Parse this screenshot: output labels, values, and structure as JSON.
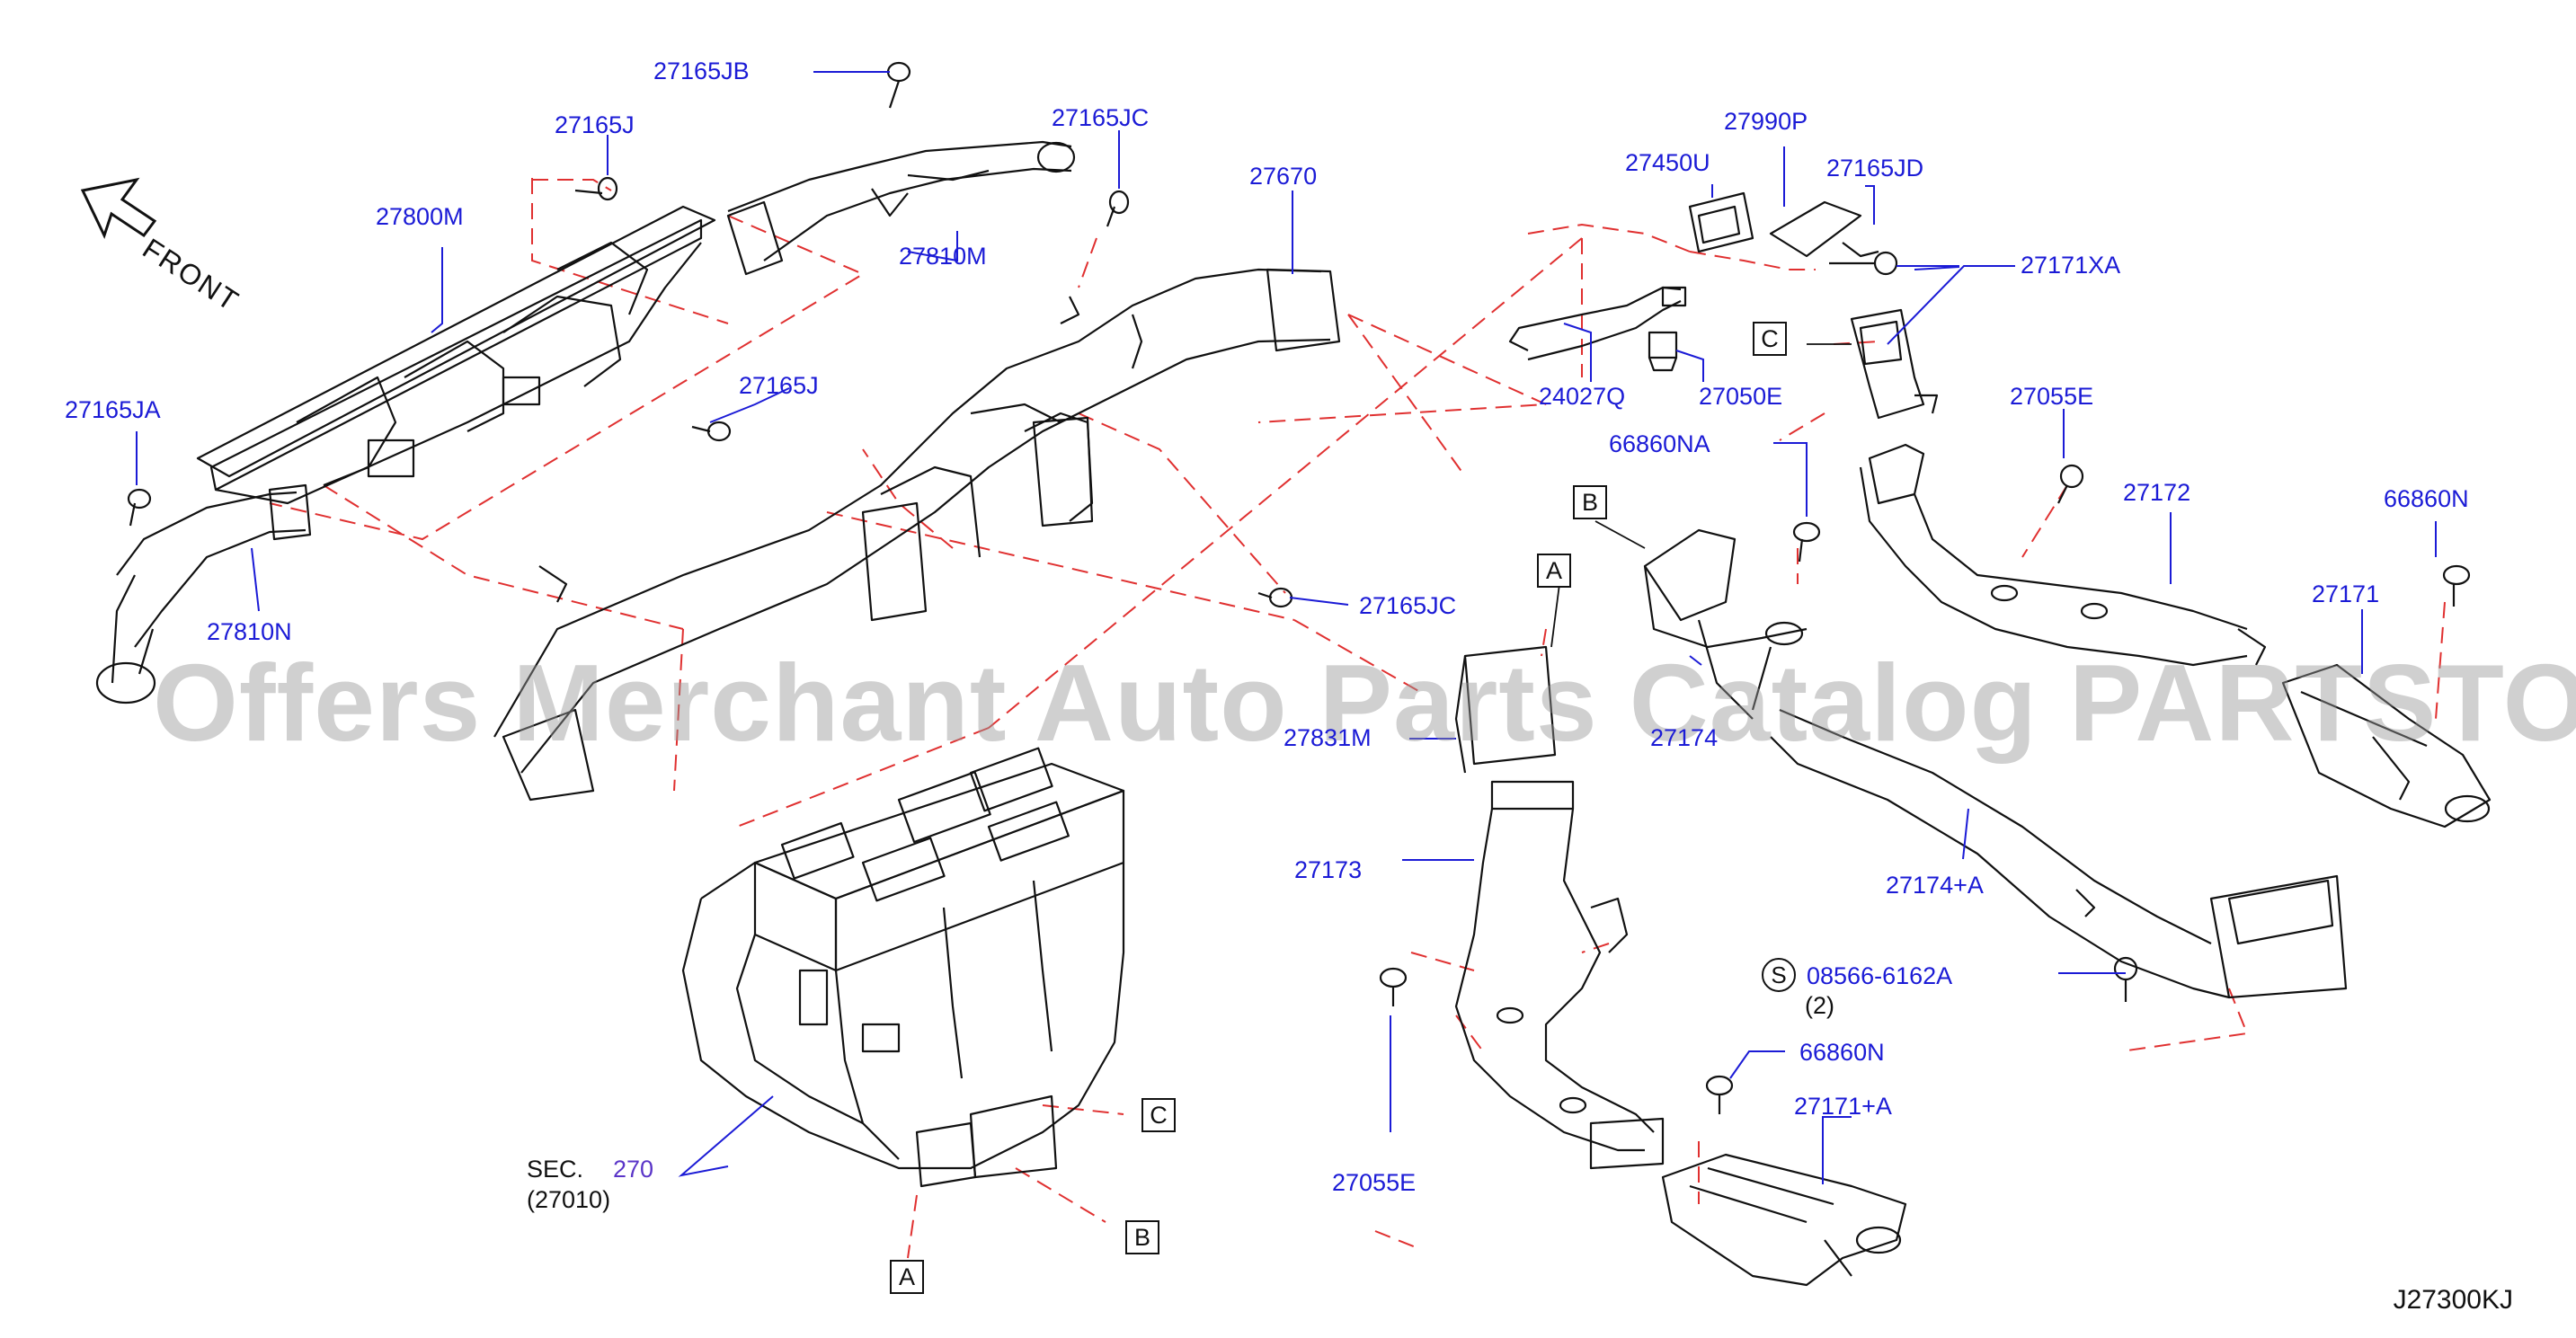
{
  "diagram": {
    "front_label": "FRONT",
    "diagram_code": "J27300KJ",
    "watermark": "Offers Merchant Auto Parts Catalog PARTSTORE SA",
    "parts": {
      "p27165JB": "27165JB",
      "p27165J_top": "27165J",
      "p27165JC_top": "27165JC",
      "p27800M": "27800M",
      "p27810M": "27810M",
      "p27670": "27670",
      "p27165JA": "27165JA",
      "p27165J_mid": "27165J",
      "p27810N": "27810N",
      "p27165JC_mid": "27165JC",
      "p27831M": "27831M",
      "p27450U": "27450U",
      "p27990P": "27990P",
      "p27165JD": "27165JD",
      "p27171XA": "27171XA",
      "p24027Q": "24027Q",
      "p27050E": "27050E",
      "p66860NA": "66860NA",
      "p27055E_right": "27055E",
      "p27172": "27172",
      "p66860N_right": "66860N",
      "p27171": "27171",
      "p27174": "27174",
      "p27173": "27173",
      "p27174A": "27174+A",
      "p08566": "08566-6162A",
      "p08566_qty": "(2)",
      "p27055E_left": "27055E",
      "p66860N_bottom": "66860N",
      "p27171A": "27171+A",
      "sec_label": "SEC.",
      "sec_number": "270",
      "sec_part": "(27010)"
    },
    "refs": {
      "ref_A": "A",
      "ref_B": "B",
      "ref_C": "C",
      "ref_S": "S"
    },
    "colors": {
      "label": "#1b1bd6",
      "leader": "#1b1bd6",
      "dashed": "#e03030",
      "outline": "#111111"
    }
  }
}
